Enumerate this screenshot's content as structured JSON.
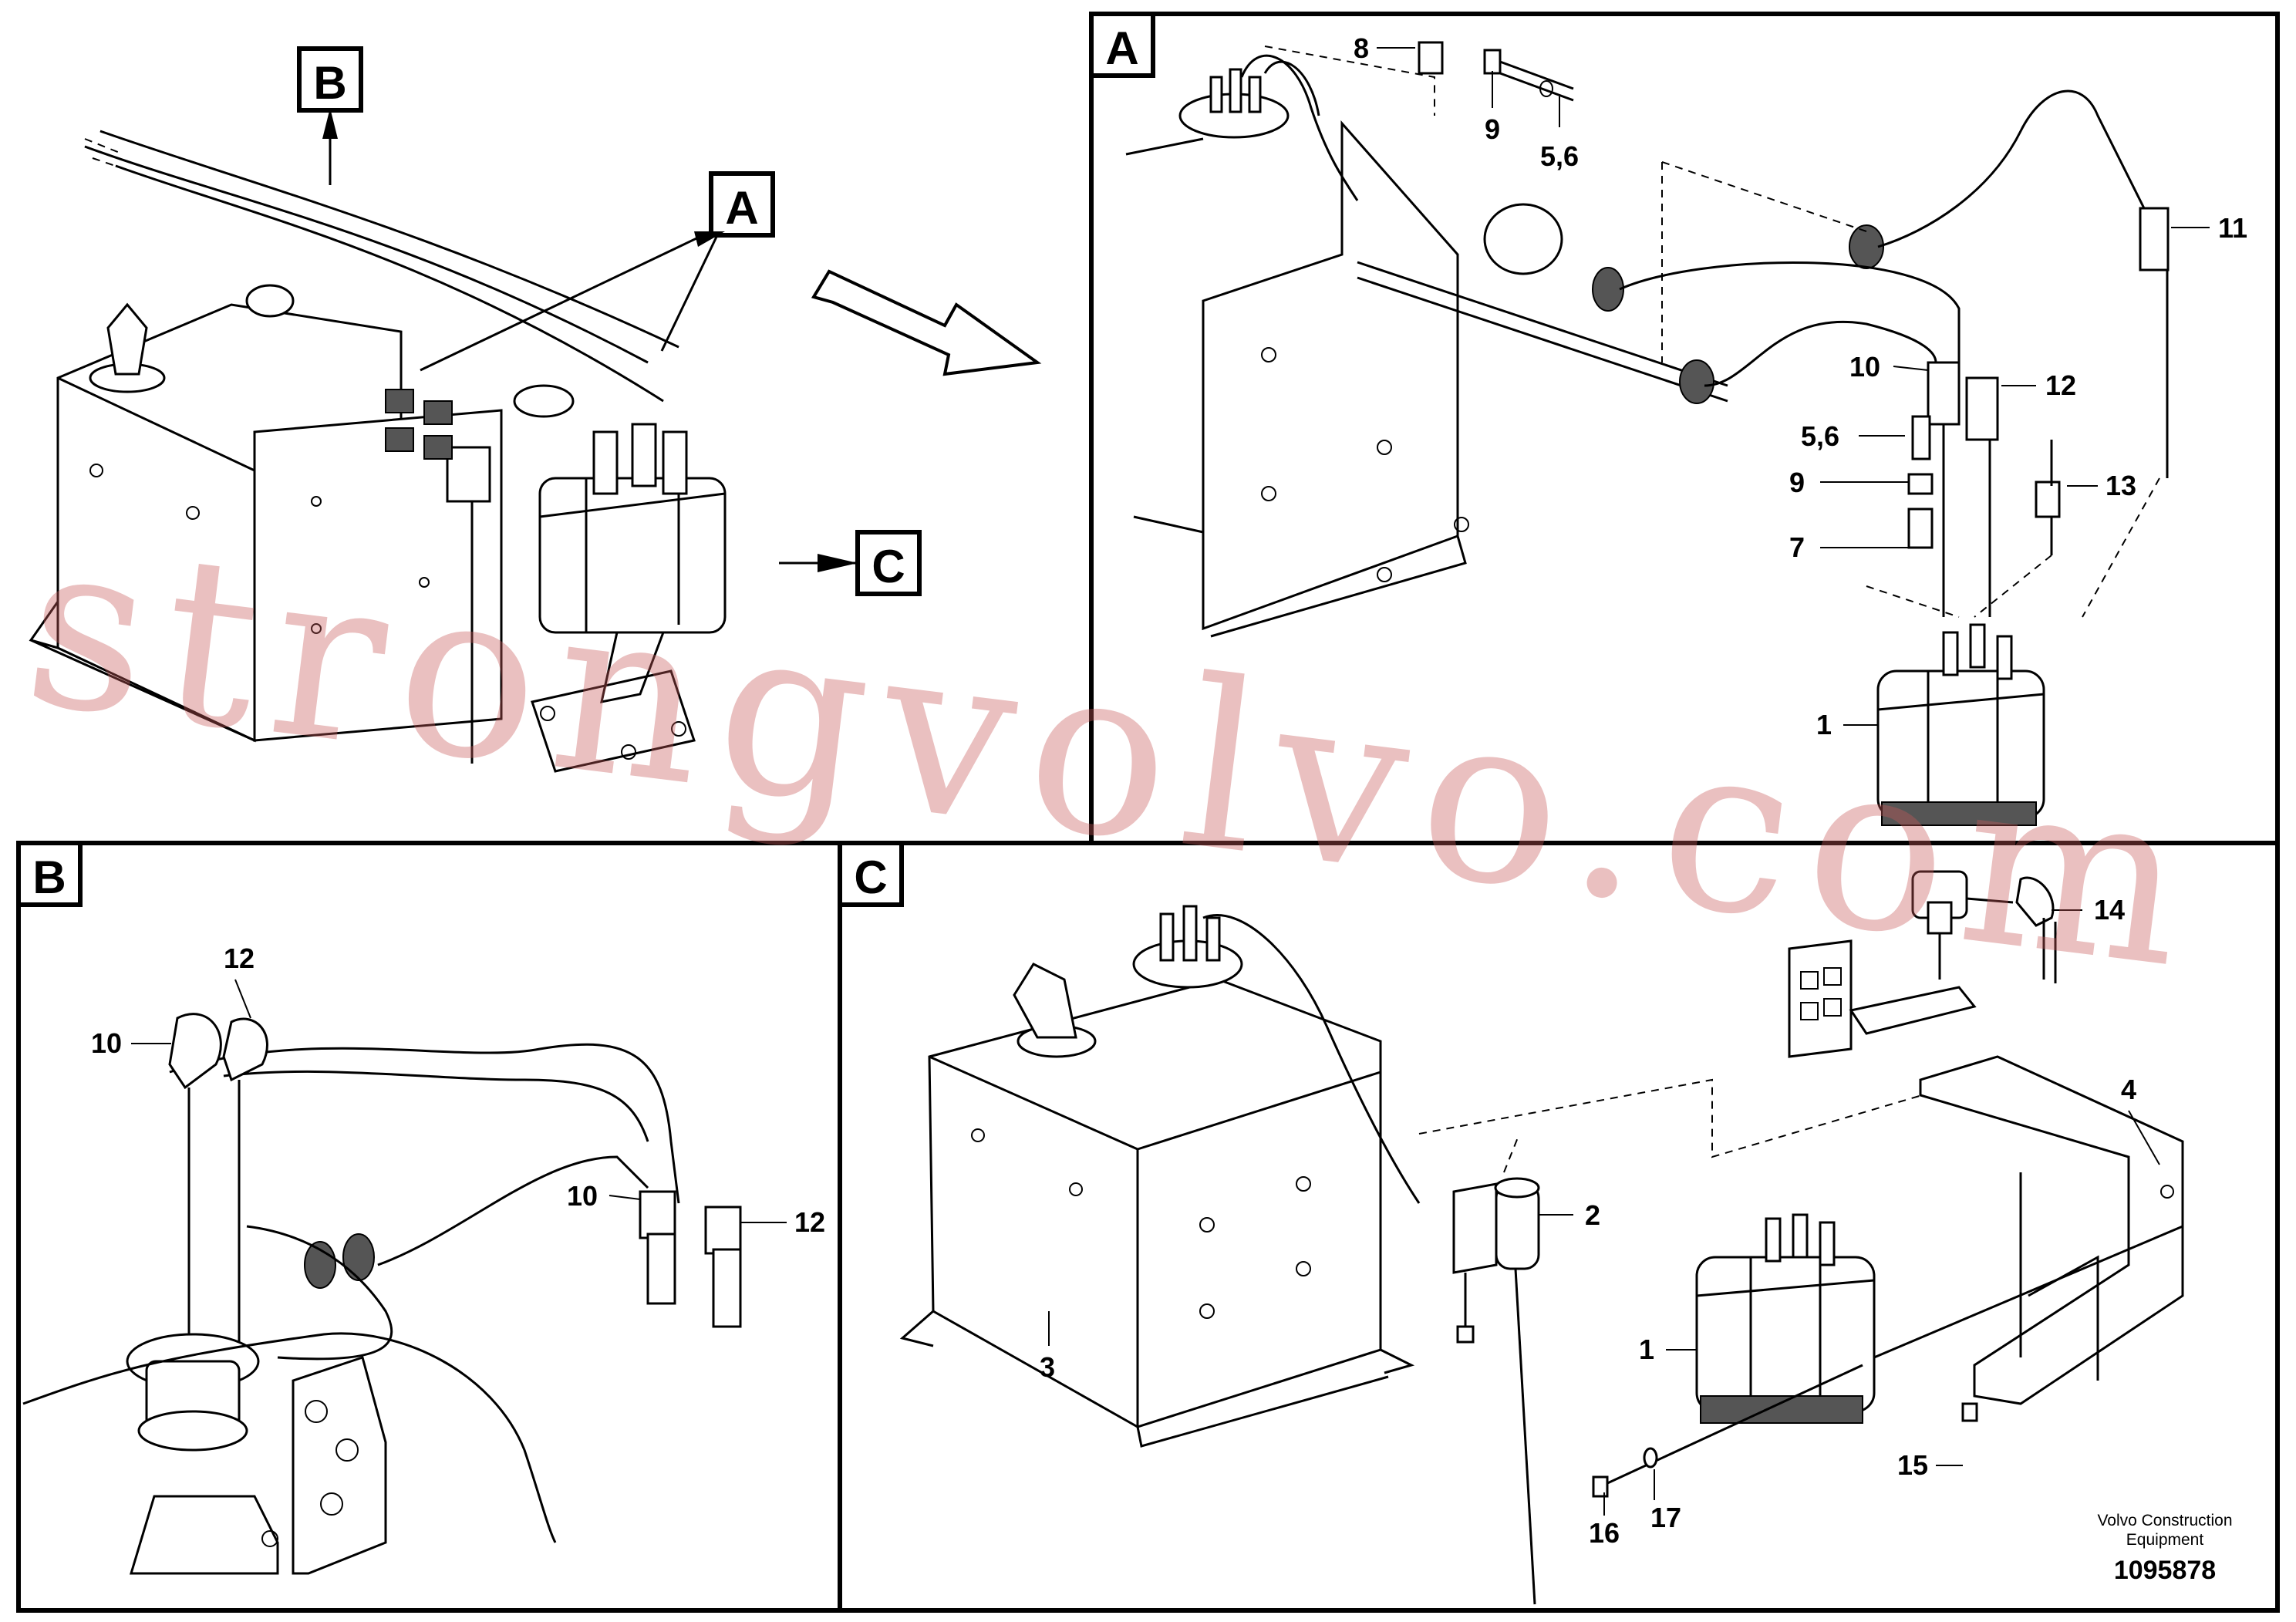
{
  "panels": {
    "overview": {
      "callouts": [
        "B",
        "A",
        "C"
      ]
    },
    "a": {
      "tag": "A",
      "labels": [
        "8",
        "9",
        "5,6",
        "11",
        "10",
        "12",
        "5,6",
        "9",
        "13",
        "7",
        "1"
      ]
    },
    "b": {
      "tag": "B",
      "labels": [
        "12",
        "10",
        "10",
        "12"
      ]
    },
    "c": {
      "tag": "C",
      "labels": [
        "14",
        "4",
        "2",
        "3",
        "1",
        "16",
        "17",
        "15"
      ]
    }
  },
  "footer": {
    "company_line1": "Volvo Construction",
    "company_line2": "Equipment",
    "drawing_number": "1095878"
  },
  "watermark": "strongvolvo.com"
}
